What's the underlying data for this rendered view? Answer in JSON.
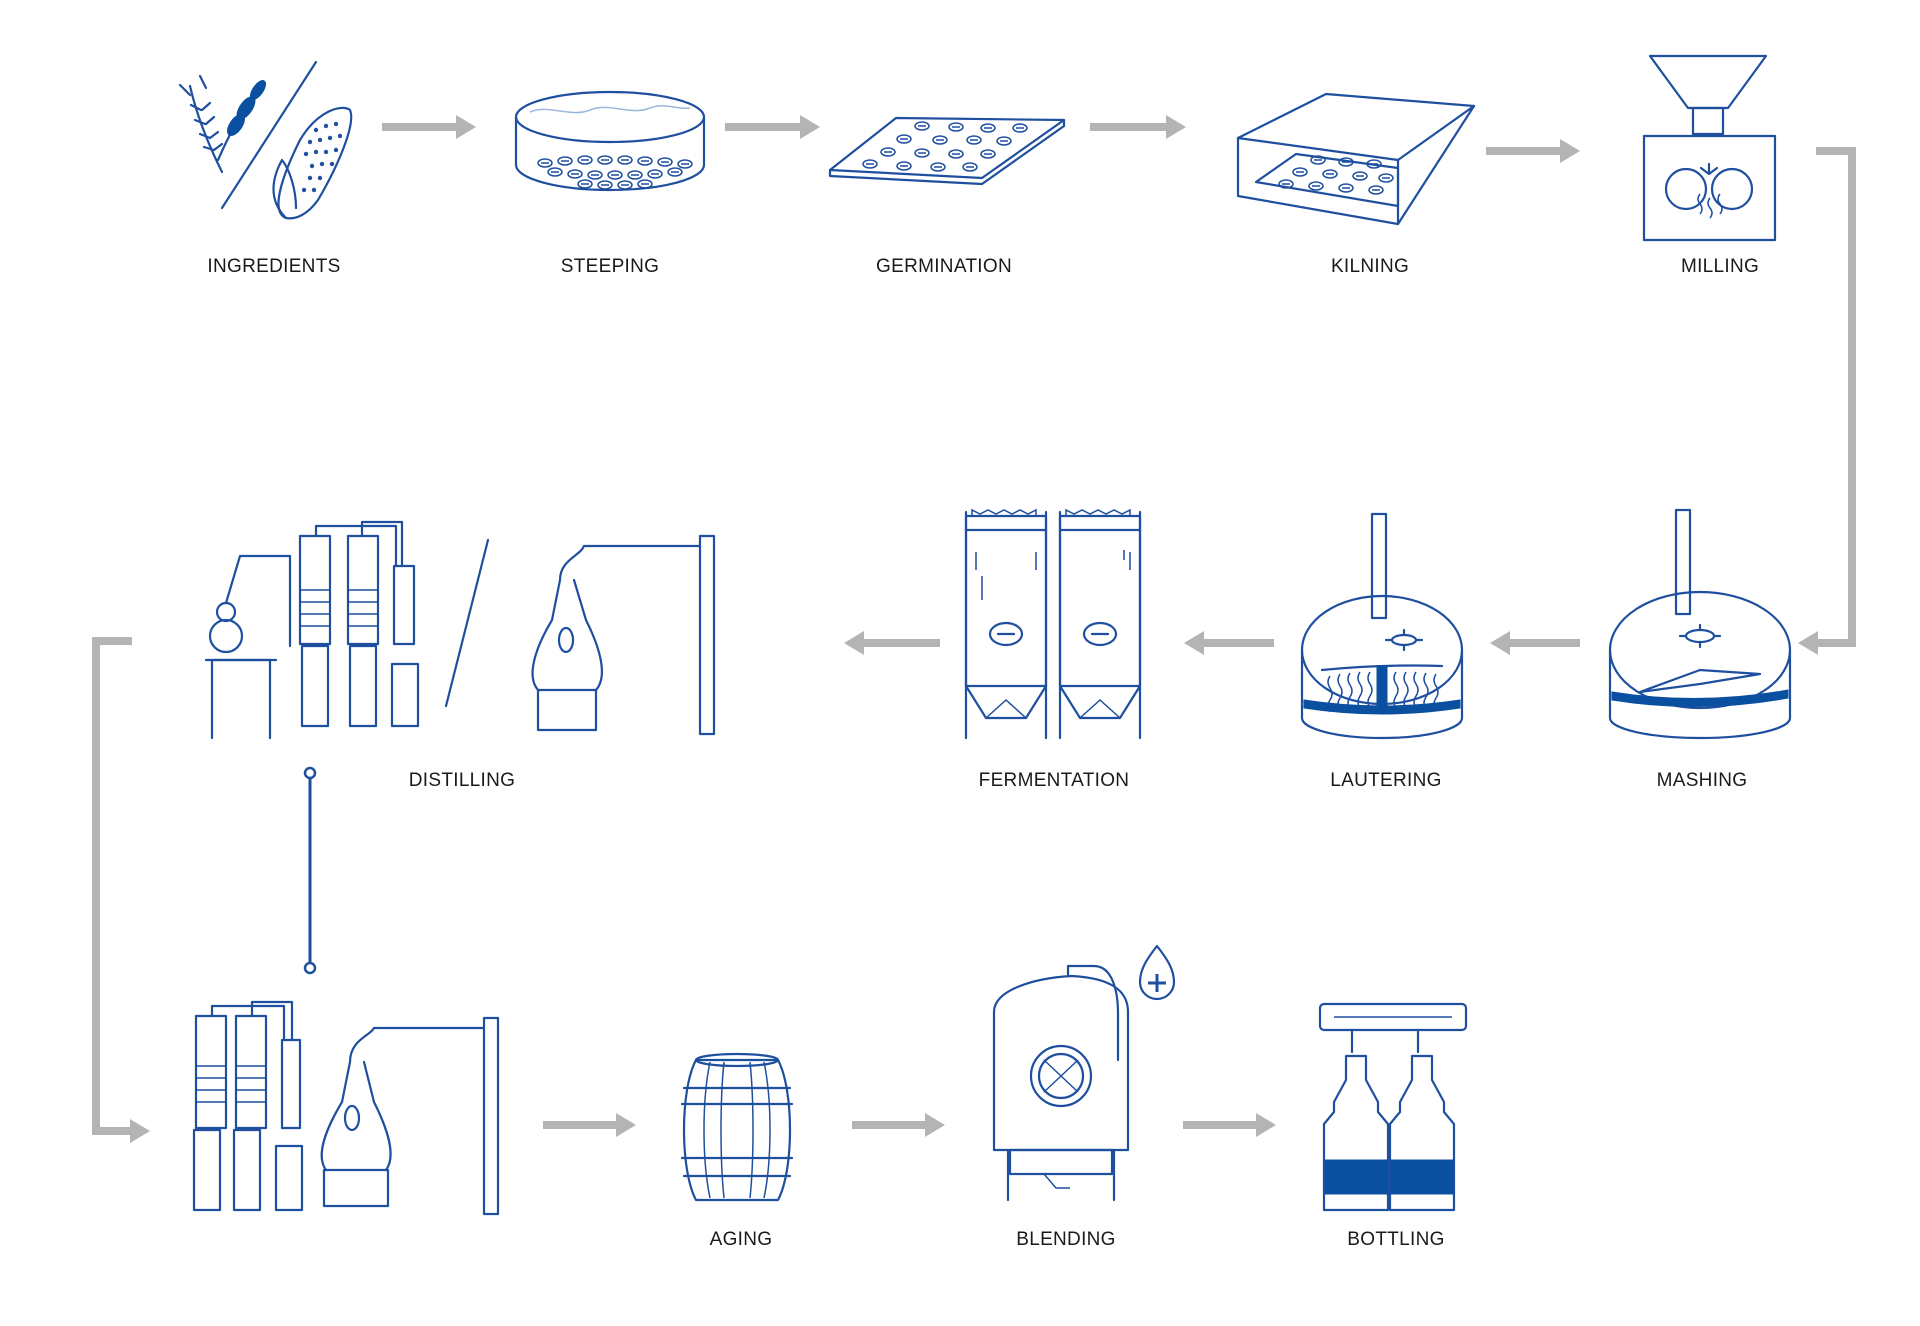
{
  "diagram": {
    "colors": {
      "line": "#1f4f9f",
      "fill": "#0b4fa0",
      "arrow": "#b4b4b4",
      "text": "#1a1a1a"
    },
    "steps": [
      {
        "id": "ingredients",
        "label": "INGREDIENTS",
        "icon": "grain-corn-icon"
      },
      {
        "id": "steeping",
        "label": "STEEPING",
        "icon": "steeping-dish-icon"
      },
      {
        "id": "germination",
        "label": "GERMINATION",
        "icon": "germination-tray-icon"
      },
      {
        "id": "kilning",
        "label": "KILNING",
        "icon": "kiln-icon"
      },
      {
        "id": "milling",
        "label": "MILLING",
        "icon": "mill-icon"
      },
      {
        "id": "mashing",
        "label": "MASHING",
        "icon": "mash-tun-icon"
      },
      {
        "id": "lautering",
        "label": "LAUTERING",
        "icon": "lauter-tun-icon"
      },
      {
        "id": "fermentation",
        "label": "FERMENTATION",
        "icon": "fermentation-tanks-icon"
      },
      {
        "id": "distilling",
        "label": "DISTILLING",
        "icon": "stills-icon"
      },
      {
        "id": "aging",
        "label": "AGING",
        "icon": "barrel-icon"
      },
      {
        "id": "blending",
        "label": "BLENDING",
        "icon": "blending-tank-icon"
      },
      {
        "id": "bottling",
        "label": "BOTTLING",
        "icon": "bottles-icon"
      }
    ]
  }
}
